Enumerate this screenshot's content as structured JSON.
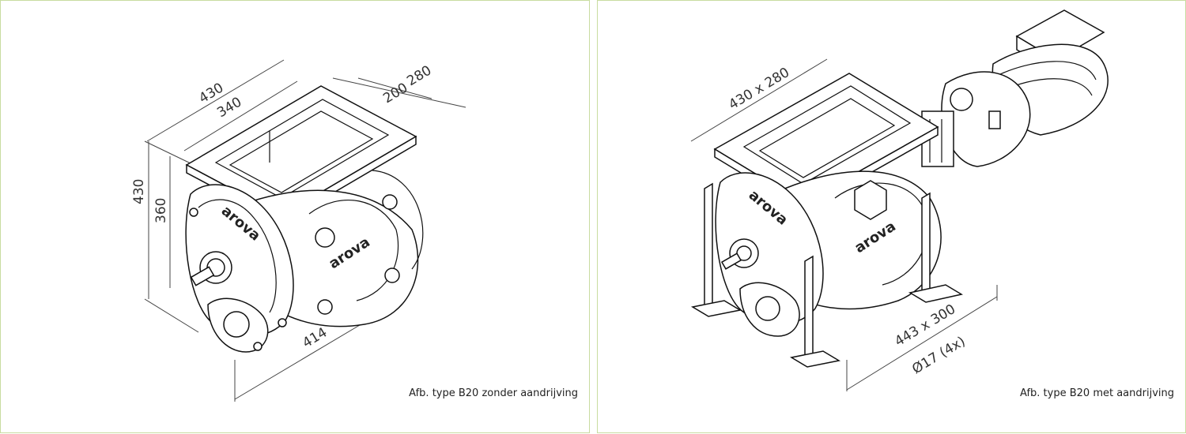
{
  "left": {
    "caption": "Afb. type B20 zonder aandrijving",
    "dimensions": {
      "d430_top": "430",
      "d340": "340",
      "d280": "280",
      "d200": "200",
      "d430_side": "430",
      "d360": "360",
      "d414": "414"
    },
    "brand": "arova"
  },
  "right": {
    "caption": "Afb. type B20 met aandrijving",
    "dimensions": {
      "inlet": "430 x 280",
      "footprint": "443 x 300",
      "holes": "Ø17 (4x)"
    },
    "brand": "arova"
  },
  "colors": {
    "panel_border": "#c8dca0",
    "line": "#111111"
  }
}
